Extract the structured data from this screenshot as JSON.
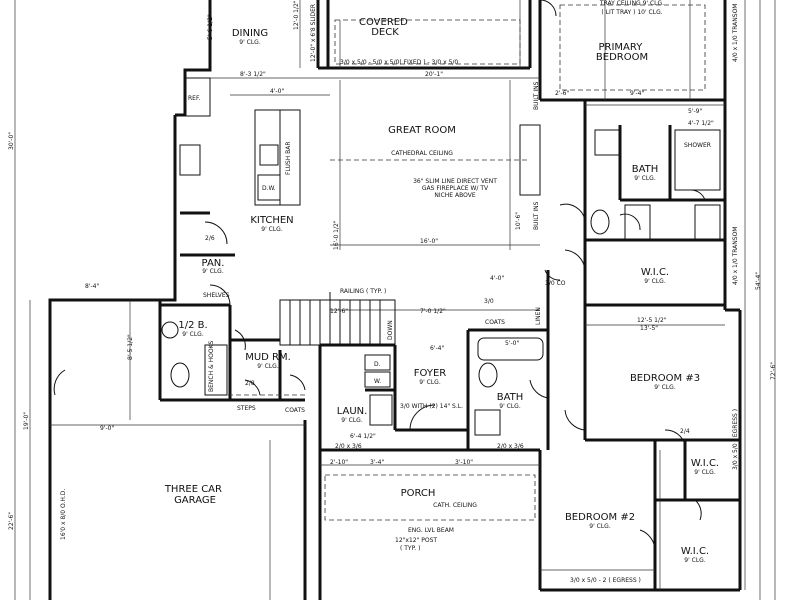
{
  "rooms": {
    "dining": "DINING",
    "covered_deck": "COVERED\nDECK",
    "primary_bedroom": "PRIMARY\nBEDROOM",
    "great_room": "GREAT ROOM",
    "kitchen": "KITCHEN",
    "pantry": "PAN.",
    "half_bath": "1/2 B.",
    "mud_room": "MUD RM.",
    "three_car_garage": "THREE CAR\nGARAGE",
    "foyer": "FOYER",
    "laundry": "LAUN.",
    "bath_lower": "BATH",
    "bath_primary": "BATH",
    "wic_primary": "W.I.C.",
    "bedroom3": "BEDROOM #3",
    "wic_bed3": "W.I.C.",
    "porch": "PORCH",
    "bedroom2": "BEDROOM #2",
    "wic_bed2": "W.I.C."
  },
  "ceilings": {
    "dining": "9' CLG.",
    "kitchen": "9' CLG.",
    "pantry": "9' CLG.",
    "half_bath": "9' CLG.",
    "mud_room": "9' CLG.",
    "foyer": "9' CLG.",
    "laundry": "9' CLG.",
    "bath_lower": "9' CLG.",
    "bath_primary": "9' CLG.",
    "wic_primary": "9' CLG.",
    "bedroom3": "9' CLG.",
    "wic_bed3": "9' CLG.",
    "bedroom2": "9' CLG.",
    "wic_bed2": "9' CLG.",
    "primary_tray": "TRAY CEILING     9' CLG.",
    "primary_tray2": "( LIT TRAY )     10' CLG.",
    "great_room": "CATHEDRAL CEILING",
    "porch": "CATH. CEILING"
  },
  "notes": {
    "fireplace1": "36\" SLIM LINE DIRECT VENT",
    "fireplace2": "GAS FIREPLACE W/ TV",
    "fireplace3": "NICHE ABOVE",
    "railing": "RAILING ( TYP. )",
    "post1": "12\"x12\" POST",
    "post2": "( TYP. )",
    "eng_beam": "ENG. LVL BEAM",
    "ref": "REF.",
    "dw": "D.W.",
    "flush_bar": "FLUSH BAR",
    "shelves": "SHELVES",
    "bench": "BENCH & HOOKS",
    "coats1": "COATS",
    "coats2": "COATS",
    "linen": "LINEN",
    "shower": "SHOWER",
    "down": "DOWN",
    "steps": "STEPS",
    "built_ins1": "BUILT INS",
    "built_ins2": "BUILT INS",
    "dryer": "D.",
    "washer": "W.",
    "pan_lbl": "PAN."
  },
  "windows": {
    "deck": "3/0 x 5/0 - 5/0 x 5/0( FIXED ) - 3/0 x 5/0",
    "slider": "12'-0\" x 6'8 SLIDER",
    "foyer_door": "3/0 WITH (2) 14\" S.L.",
    "garage_door": "16'0 x 8/0 O.H.D.",
    "porch_window": "2/0 x 3/6",
    "porch_window2": "2/0 x 3/6",
    "bed2_window": "3/0 x 5/0 - 2 ( EGRESS )",
    "bed3_window": "3/0 x 5/0 ( EGRESS )",
    "primary_transom": "4/0 x 1/0 TRANSOM",
    "primary_transom2": "4/0 x 1/0 TRANSOM"
  },
  "dimensions": {
    "d1": "20'-1\"",
    "d2": "16'-0\"",
    "d3": "8'-3 1/2\"",
    "d4": "4'-0\"",
    "d5": "5'-6 1/2\"",
    "d6": "9'-0\"",
    "d7": "12'-0 1/2\"",
    "d8": "16'-0 1/2\"",
    "d9": "6'-4\"",
    "d10": "8'-4\"",
    "d11": "13'-5\"",
    "d12": "12'-5 1/2\"",
    "d13": "9'-4\"",
    "d14": "30'-0\"",
    "d15": "54'-4\"",
    "d16": "72'-6\"",
    "d17": "22'-6\"",
    "d18": "19'-0\"",
    "d19": "3'-10\"",
    "d20": "2'-10\"",
    "d21": "3'-4\"",
    "d22": "7'-0 1/2\"",
    "d23": "3/0",
    "d24": "2/6",
    "d25": "2/8",
    "d26": "2/4",
    "d27": "3/0 CO",
    "d28": "6'-4 1/2\"",
    "d29": "5'-0\"",
    "d30": "12'-6\"",
    "d31": "4'-0\"",
    "d32": "10'-6\"",
    "d33": "2'-6\"",
    "d34": "8'-5 1/2\"",
    "d35": "4'-7 1/2\"",
    "d36": "5'-9\""
  }
}
